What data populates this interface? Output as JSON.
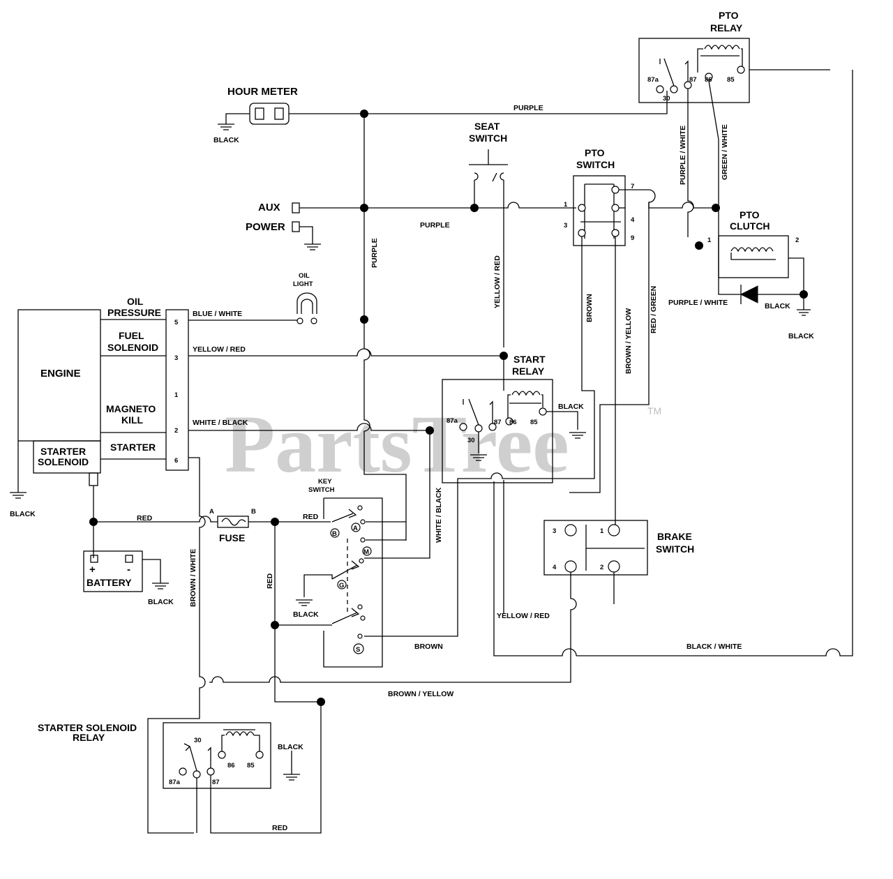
{
  "watermark": {
    "text": "PartsTree",
    "trademark": "TM"
  },
  "components": {
    "hour_meter": "HOUR METER",
    "pto_relay_l1": "PTO",
    "pto_relay_l2": "RELAY",
    "seat_switch_l1": "SEAT",
    "seat_switch_l2": "SWITCH",
    "pto_switch_l1": "PTO",
    "pto_switch_l2": "SWITCH",
    "pto_clutch_l1": "PTO",
    "pto_clutch_l2": "CLUTCH",
    "aux": "AUX",
    "power": "POWER",
    "oil_light_l1": "OIL",
    "oil_light_l2": "LIGHT",
    "engine": "ENGINE",
    "oil_pressure_l1": "OIL",
    "oil_pressure_l2": "PRESSURE",
    "fuel_solenoid_l1": "FUEL",
    "fuel_solenoid_l2": "SOLENOID",
    "magneto_kill_l1": "MAGNETO",
    "magneto_kill_l2": "KILL",
    "starter": "STARTER",
    "starter_solenoid_l1": "STARTER",
    "starter_solenoid_l2": "SOLENOID",
    "start_relay_l1": "START",
    "start_relay_l2": "RELAY",
    "key_switch_l1": "KEY",
    "key_switch_l2": "SWITCH",
    "fuse": "FUSE",
    "battery": "BATTERY",
    "battery_plus": "+",
    "battery_minus": "-",
    "brake_switch_l1": "BRAKE",
    "brake_switch_l2": "SWITCH",
    "ssr_l1": "STARTER SOLENOID",
    "ssr_l2": "RELAY"
  },
  "wires": {
    "purple_top": "PURPLE",
    "purple_mid": "PURPLE",
    "purple_vert": "PURPLE",
    "purple_white_v": "PURPLE / WHITE",
    "green_white_v": "GREEN / WHITE",
    "purple_white_h": "PURPLE / WHITE",
    "black_clutch": "BLACK",
    "black_clutch_gnd": "BLACK",
    "black_hour": "BLACK",
    "blue_white": "BLUE / WHITE",
    "yellow_red_h": "YELLOW / RED",
    "yellow_red_v": "YELLOW / RED",
    "yellow_red_bottom": "YELLOW / RED",
    "white_black_h": "WHITE / BLACK",
    "white_black_v": "WHITE / BLACK",
    "brown_v": "BROWN",
    "brown_yellow_v": "BROWN / YELLOW",
    "red_green_v": "RED / GREEN",
    "black_start_relay": "BLACK",
    "black_engine": "BLACK",
    "red_battery": "RED",
    "red_key": "RED",
    "red_vert": "RED",
    "black_battery": "BLACK",
    "black_key": "BLACK",
    "brown_white_v": "BROWN / WHITE",
    "brown_key": "BROWN",
    "black_white": "BLACK / WHITE",
    "brown_yellow_h": "BROWN / YELLOW",
    "black_ssr": "BLACK",
    "red_bottom": "RED"
  },
  "pins": {
    "engine_5": "5",
    "engine_3": "3",
    "engine_1": "1",
    "engine_2": "2",
    "engine_6": "6",
    "pto_sw_1": "1",
    "pto_sw_3": "3",
    "pto_sw_7": "7",
    "pto_sw_4": "4",
    "pto_sw_9": "9",
    "pto_relay_87a": "87a",
    "pto_relay_30": "30",
    "pto_relay_87": "87",
    "pto_relay_86": "86",
    "pto_relay_85": "85",
    "clutch_1": "1",
    "clutch_2": "2",
    "start_87a": "87a",
    "start_30": "30",
    "start_87": "87",
    "start_86": "86",
    "start_85": "85",
    "fuse_a": "A",
    "fuse_b": "B",
    "key_a": "A",
    "key_b": "B",
    "key_m": "M",
    "key_g": "G",
    "key_s": "S",
    "brake_3": "3",
    "brake_1": "1",
    "brake_4": "4",
    "brake_2": "2",
    "ssr_30": "30",
    "ssr_86": "86",
    "ssr_85": "85",
    "ssr_87a": "87a",
    "ssr_87": "87"
  },
  "colors": {
    "line": "#000000",
    "watermark": "#cfcfcf",
    "background": "#ffffff"
  }
}
